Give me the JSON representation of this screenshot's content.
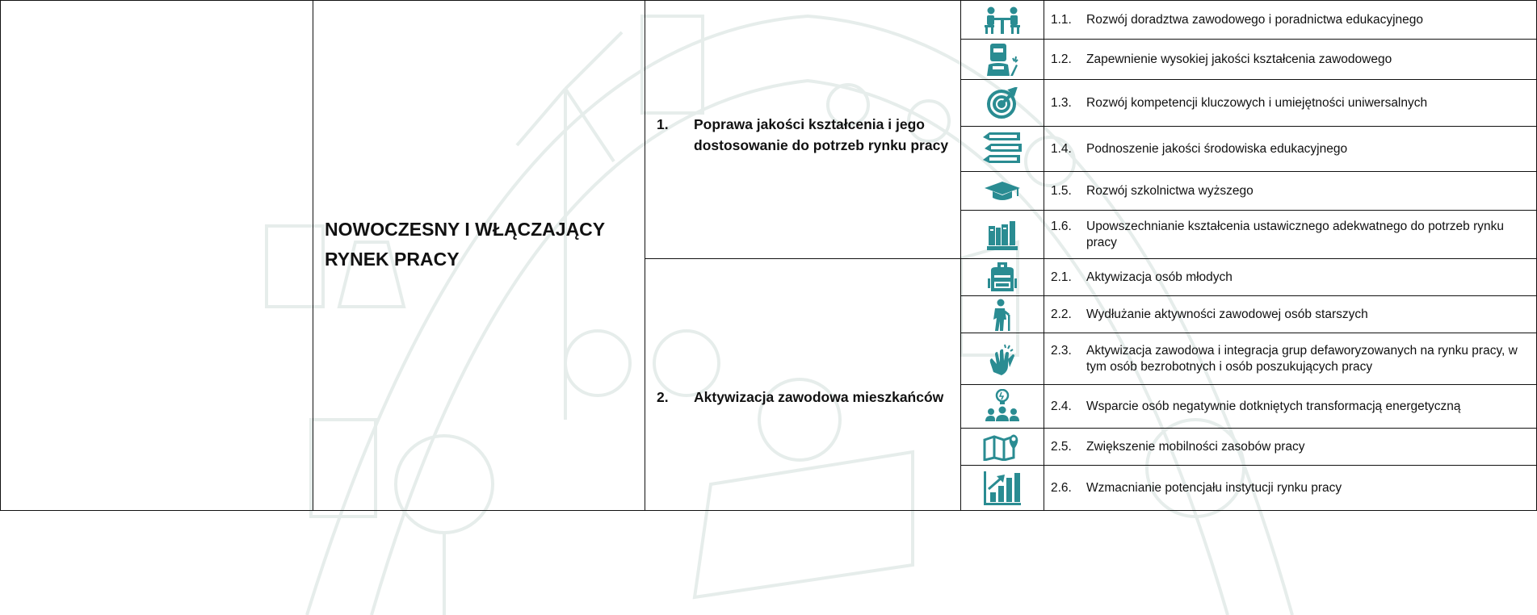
{
  "pillar": "NOWOCZESNY I WŁĄCZAJĄCY RYNEK PRACY",
  "goals": [
    {
      "num": "1.",
      "title": "Poprawa jakości kształcenia i jego dostosowanie do potrzeb rynku pracy",
      "measures": [
        {
          "code": "1.1.",
          "text": "Rozwój doradztwa zawodowego i poradnictwa edukacyjnego",
          "icon": "consultation-icon"
        },
        {
          "code": "1.2.",
          "text": "Zapewnienie wysokiej jakości kształcenia zawodowego",
          "icon": "welder-icon"
        },
        {
          "code": "1.3.",
          "text": "Rozwój kompetencji kluczowych i umiejętności uniwersalnych",
          "icon": "target-icon"
        },
        {
          "code": "1.4.",
          "text": "Podnoszenie jakości środowiska edukacyjnego",
          "icon": "books-icon"
        },
        {
          "code": "1.5.",
          "text": "Rozwój szkolnictwa wyższego",
          "icon": "graduation-cap-icon"
        },
        {
          "code": "1.6.",
          "text": "Upowszechnianie kształcenia ustawicznego adekwatnego do potrzeb rynku pracy",
          "icon": "library-icon"
        }
      ]
    },
    {
      "num": "2.",
      "title": "Aktywizacja zawodowa mieszkańców",
      "measures": [
        {
          "code": "2.1.",
          "text": "Aktywizacja osób młodych",
          "icon": "backpack-icon"
        },
        {
          "code": "2.2.",
          "text": "Wydłużanie aktywności zawodowej osób starszych",
          "icon": "elderly-person-icon"
        },
        {
          "code": "2.3.",
          "text": "Aktywizacja zawodowa i integracja grup defaworyzowanych na rynku pracy, w tym osób bezrobotnych i osób poszukujących pracy",
          "icon": "clapping-hands-icon"
        },
        {
          "code": "2.4.",
          "text": "Wsparcie osób negatywnie dotkniętych transformacją energetyczną",
          "icon": "group-idea-icon"
        },
        {
          "code": "2.5.",
          "text": "Zwiększenie mobilności zasobów pracy",
          "icon": "map-icon"
        },
        {
          "code": "2.6.",
          "text": "Wzmacnianie potencjału instytucji rynku pracy",
          "icon": "growth-chart-icon"
        }
      ]
    }
  ],
  "colors": {
    "icon": "#2a8c92",
    "watermark": "#e4ecea",
    "border": "#111111"
  }
}
